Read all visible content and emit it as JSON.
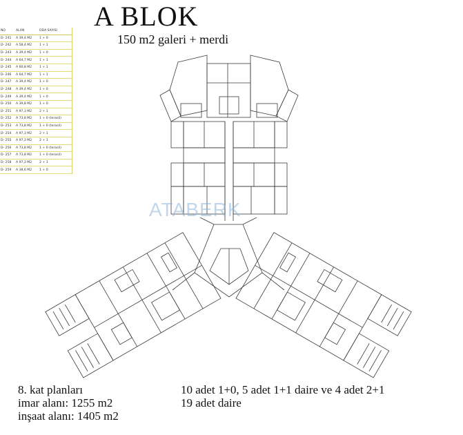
{
  "header": {
    "title": "A BLOK",
    "subtitle": "150 m2 galeri + merdi"
  },
  "unit_table": {
    "headers": [
      "NO",
      "ALAN",
      "ODA SAYISI"
    ],
    "rows": [
      [
        "D- 241",
        "A 39,4 M2",
        "1 + 0"
      ],
      [
        "D- 242",
        "A 58,4 M2",
        "1 + 1"
      ],
      [
        "D- 243",
        "A 39,4 M2",
        "1 + 0"
      ],
      [
        "D- 244",
        "A 64,7 M2",
        "1 + 1"
      ],
      [
        "D- 245",
        "A 60,8 M2",
        "1 + 1"
      ],
      [
        "D- 246",
        "A 64,7 M2",
        "1 + 1"
      ],
      [
        "D- 247",
        "A 39,4 M2",
        "1 + 0"
      ],
      [
        "D- 248",
        "A 39,4 M2",
        "1 + 0"
      ],
      [
        "D- 249",
        "A 39,4 M2",
        "1 + 0"
      ],
      [
        "D- 250",
        "A 39,8 M2",
        "1 + 0"
      ],
      [
        "D- 251",
        "A 97,3 M2",
        "2 + 1"
      ],
      [
        "D- 252",
        "A 73,8 M2",
        "1 + 0 (terasli)"
      ],
      [
        "D- 253",
        "A 73,8 M2",
        "1 + 0 (terasli)"
      ],
      [
        "D- 254",
        "A 97,3 M2",
        "2 + 1"
      ],
      [
        "D- 255",
        "A 97,3 M2",
        "2 + 1"
      ],
      [
        "D- 256",
        "A 73,8 M2",
        "1 + 0 (terasli)"
      ],
      [
        "D- 257",
        "A 73,8 M2",
        "1 + 0 (terasli)"
      ],
      [
        "D- 258",
        "A 97,3 M2",
        "2 + 1"
      ],
      [
        "D- 259",
        "A 38,6 M2",
        "1 + 0"
      ]
    ]
  },
  "watermark": "ATABERK",
  "footer": {
    "left_line1": "8. kat planları",
    "left_line2": "imar alanı: 1255 m2",
    "left_line3": "inşaat alanı: 1405 m2",
    "right_line1": "10 adet 1+0, 5 adet 1+1 daire ve 4 adet 2+1",
    "right_line2": "19 adet daire"
  },
  "colors": {
    "line": "#3a3a3a",
    "table_grid": "#e6dd7a",
    "watermark": "#8fb6d8"
  }
}
